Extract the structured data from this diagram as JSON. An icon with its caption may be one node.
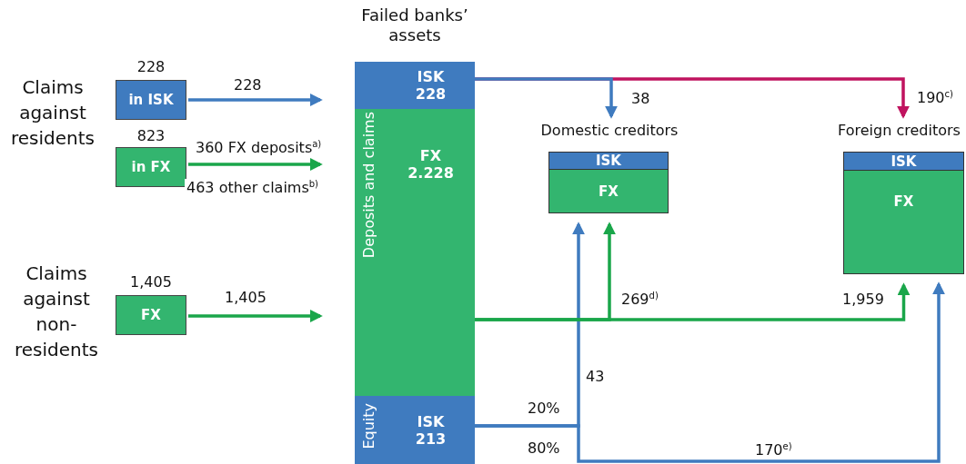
{
  "diagram": {
    "nodes": [
      {
        "text": [
          "in ISK"
        ],
        "beside": [
          "228"
        ]
      },
      {
        "text": [
          "in FX"
        ],
        "beside": [
          "823"
        ]
      },
      {
        "text": [
          "FX"
        ],
        "beside": [
          "1,405"
        ]
      },
      {
        "text": [
          "Failed banks’ assets"
        ]
      },
      {
        "text": [
          "Deposits and claims"
        ],
        "in": 3
      },
      {
        "text": [
          "ISK 228"
        ],
        "in": 4
      },
      {
        "text": [
          "FX 2.228"
        ],
        "in": 4
      },
      {
        "text": [
          "Equity"
        ],
        "in": 3
      },
      {
        "text": [
          "ISK 213"
        ],
        "in": 7
      },
      {
        "text": [
          "Domestic creditors"
        ]
      },
      {
        "text": [
          "ISK"
        ],
        "in": 9
      },
      {
        "text": [
          "FX"
        ],
        "in": 9
      },
      {
        "text": [
          "Foreign creditors"
        ]
      },
      {
        "text": [
          "ISK"
        ],
        "in": 12
      },
      {
        "text": [
          "FX"
        ],
        "in": 12
      }
    ],
    "edges": [
      {
        "from": 0,
        "to": 5,
        "arrow": "to",
        "label": "228",
        "color": "#3f7bbf"
      },
      {
        "from": 1,
        "to": 6,
        "arrow": "to",
        "label": "360 FX deposits$^{a)}$",
        "color": "#1aa64a"
      },
      {
        "from": 2,
        "to": 6,
        "arrow": "to",
        "label": "1,405",
        "color": "#1aa64a"
      },
      {
        "from": 5,
        "to": 9,
        "arrow": "to",
        "label": "38",
        "color": "#3f7bbf"
      },
      {
        "from": 5,
        "to": 12,
        "arrow": "to",
        "label": "190$^{c)}$",
        "color": "#c0135f"
      },
      {
        "from": 6,
        "to": 11,
        "arrow": "to",
        "label": "269$^{d)}$",
        "color": "#1aa64a"
      },
      {
        "from": 6,
        "to": 14,
        "arrow": "to",
        "label": "1,959",
        "color": "#1aa64a"
      },
      {
        "from": 8,
        "to": 11,
        "arrow": "to",
        "label": "43",
        "color": "#3f7bbf"
      },
      {
        "from": 8,
        "to": 14,
        "arrow": "to",
        "label": "170$^{e)}$",
        "color": "#3f7bbf"
      }
    ],
    "labels": [
      "Claims against residents",
      "463 other claims$^{b)}$",
      "Claims against non-residents",
      "20%",
      "80%"
    ]
  }
}
